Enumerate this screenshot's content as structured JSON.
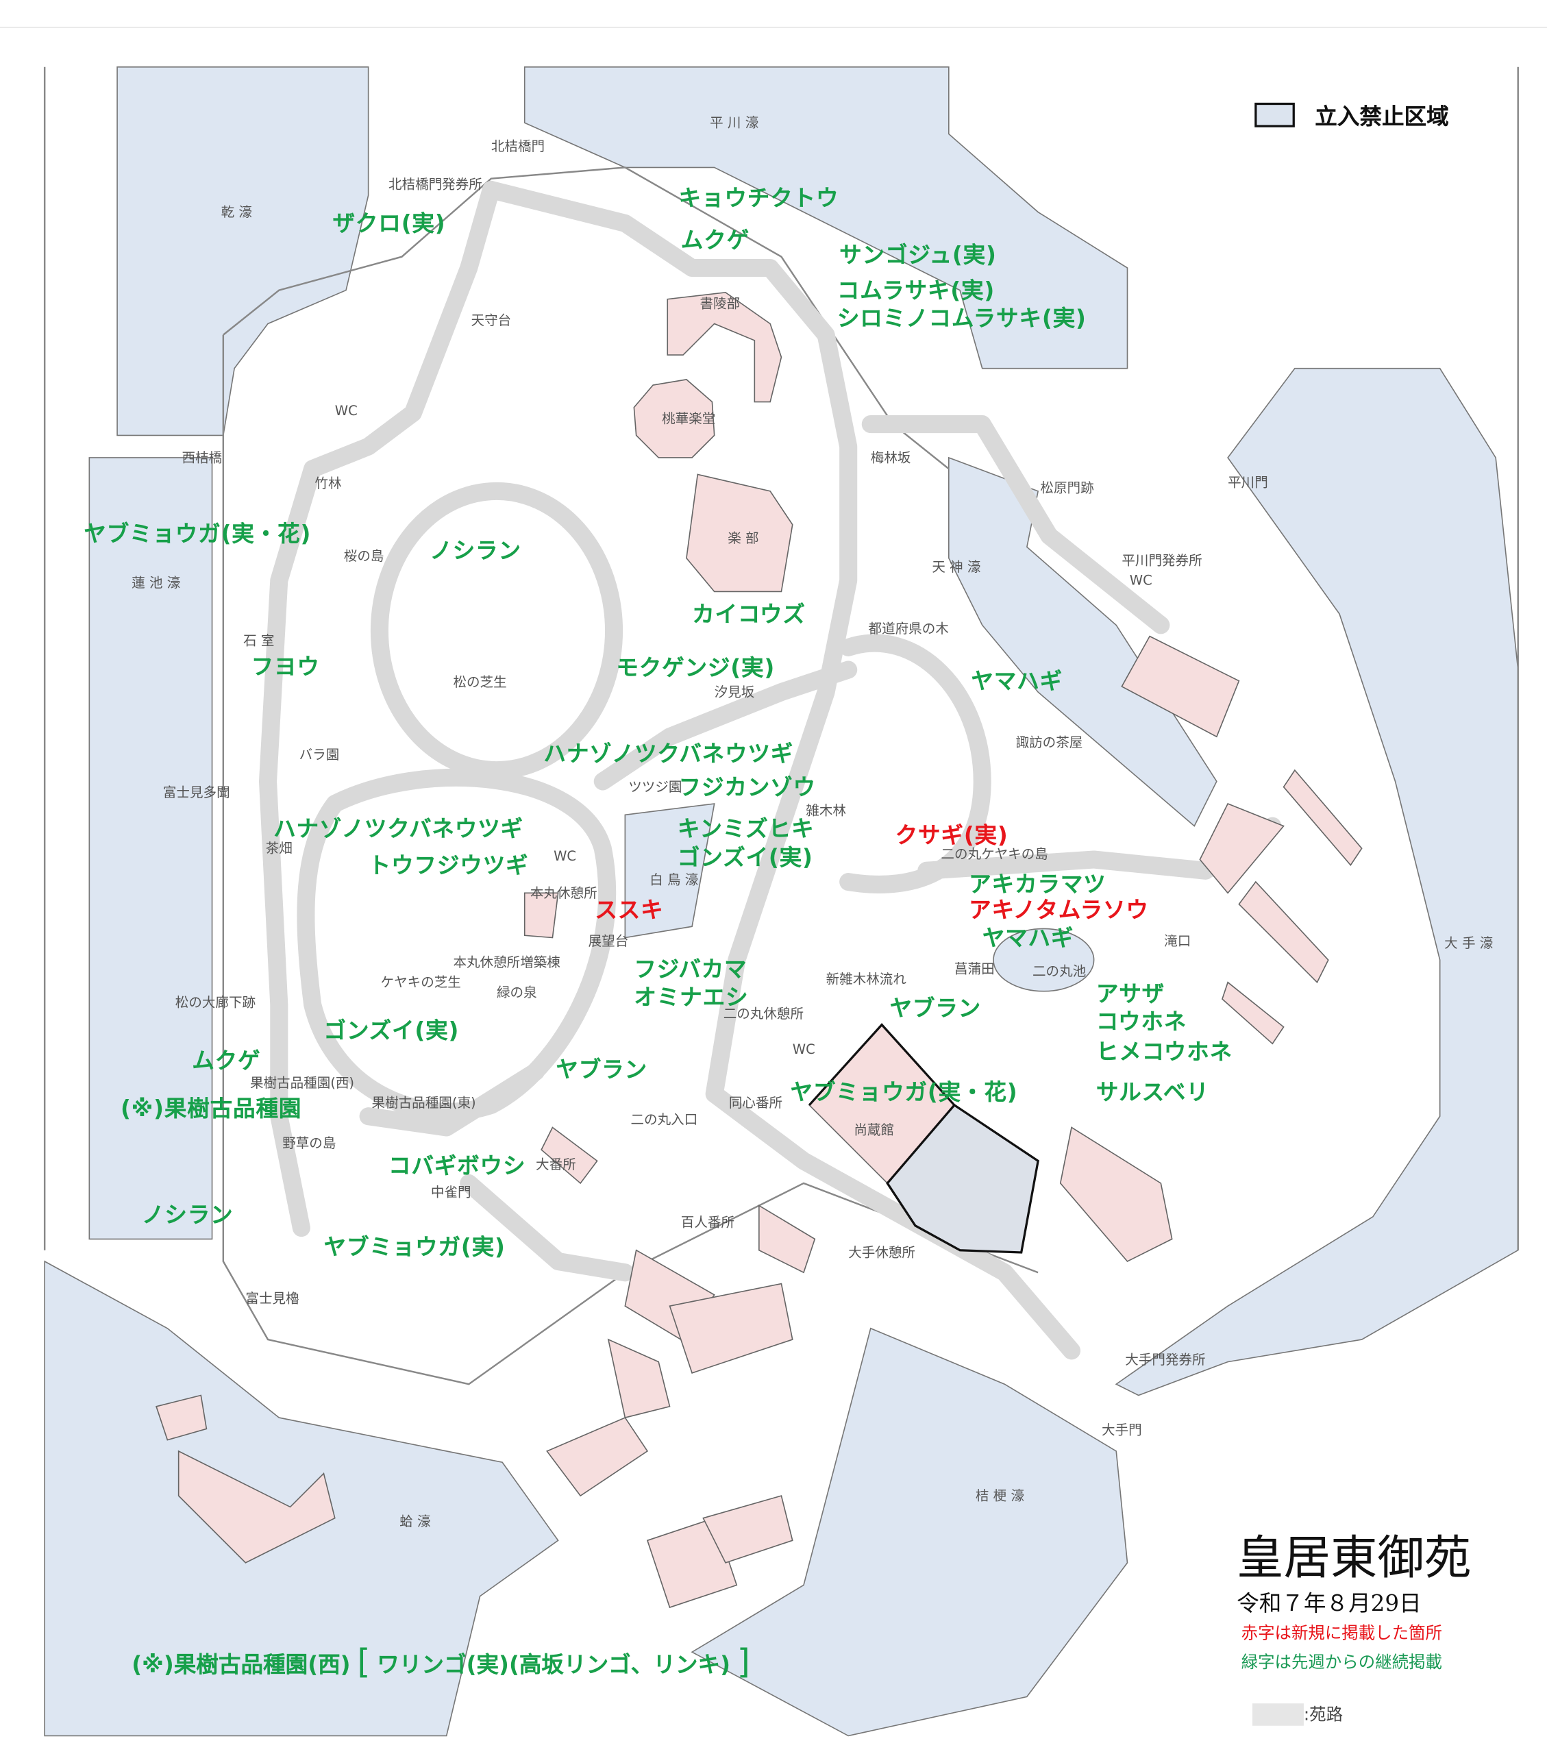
{
  "legend": {
    "restricted_label": "立入禁止区域",
    "path_label": ":苑路"
  },
  "title": "皇居東御苑",
  "date": "令和７年８月29日",
  "notes": {
    "red": "赤字は新規に掲載した箇所",
    "green": "緑字は先週からの継続掲載"
  },
  "colors": {
    "new_label": "#e8151b",
    "continued_label": "#17a04a",
    "moat": "#dde6f2",
    "path": "#d9d9d9",
    "building": "#f6dede",
    "restricted": "#dce1e9"
  },
  "bottom_note": {
    "label": "(※)果樹古品種園(西)",
    "content": "ワリンゴ(実)(高坂リンゴ、リンキ)"
  },
  "plants": [
    {
      "text": "ザクロ(実)",
      "status": "continued"
    },
    {
      "text": "キョウチクトウ",
      "status": "continued"
    },
    {
      "text": "ムクゲ",
      "status": "continued"
    },
    {
      "text": "サンゴジュ(実)",
      "status": "continued"
    },
    {
      "text": "コムラサキ(実)",
      "status": "continued"
    },
    {
      "text": "シロミノコムラサキ(実)",
      "status": "continued"
    },
    {
      "text": "ヤブミョウガ(実・花)",
      "status": "continued"
    },
    {
      "text": "ノシラン",
      "status": "continued"
    },
    {
      "text": "カイコウズ",
      "status": "continued"
    },
    {
      "text": "フヨウ",
      "status": "continued"
    },
    {
      "text": "モクゲンジ(実)",
      "status": "continued"
    },
    {
      "text": "ヤマハギ",
      "status": "continued"
    },
    {
      "text": "ハナゾノツクバネウツギ",
      "status": "continued"
    },
    {
      "text": "フジカンゾウ",
      "status": "continued"
    },
    {
      "text": "ハナゾノツクバネウツギ",
      "status": "continued"
    },
    {
      "text": "キンミズヒキ",
      "status": "continued"
    },
    {
      "text": "ゴンズイ(実)",
      "status": "continued"
    },
    {
      "text": "トウフジウツギ",
      "status": "continued"
    },
    {
      "text": "アキカラマツ",
      "status": "continued"
    },
    {
      "text": "ヤマハギ",
      "status": "continued"
    },
    {
      "text": "フジバカマ",
      "status": "continued"
    },
    {
      "text": "オミナエシ",
      "status": "continued"
    },
    {
      "text": "ヤブラン",
      "status": "continued"
    },
    {
      "text": "アサザ",
      "status": "continued"
    },
    {
      "text": "コウホネ",
      "status": "continued"
    },
    {
      "text": "ヒメコウホネ",
      "status": "continued"
    },
    {
      "text": "ゴンズイ(実)",
      "status": "continued"
    },
    {
      "text": "ムクゲ",
      "status": "continued"
    },
    {
      "text": "ヤブラン",
      "status": "continued"
    },
    {
      "text": "ヤブミョウガ(実・花)",
      "status": "continued"
    },
    {
      "text": "サルスベリ",
      "status": "continued"
    },
    {
      "text": "(※)果樹古品種園",
      "status": "continued"
    },
    {
      "text": "コバギボウシ",
      "status": "continued"
    },
    {
      "text": "ノシラン",
      "status": "continued"
    },
    {
      "text": "ヤブミョウガ(実)",
      "status": "continued"
    },
    {
      "text": "クサギ(実)",
      "status": "new"
    },
    {
      "text": "アキノタムラソウ",
      "status": "new"
    },
    {
      "text": "ススキ",
      "status": "new"
    }
  ],
  "places": [
    "平 川 濠",
    "北桔橋門",
    "北桔橋門発券所",
    "乾 濠",
    "天守台",
    "書陵部",
    "WC",
    "桃華楽堂",
    "西桔橋",
    "梅林坂",
    "竹林",
    "平川門",
    "松原門跡",
    "楽 部",
    "桜の島",
    "天 神 濠",
    "平川門発券所",
    "WC",
    "蓮 池 濠",
    "石 室",
    "都道府県の木",
    "松の芝生",
    "汐見坂",
    "諏訪の茶屋",
    "バラ園",
    "ツツジ園",
    "雑木林",
    "富士見多聞",
    "二の丸ケヤキの島",
    "茶畑",
    "WC",
    "白 鳥 濠",
    "本丸休憩所",
    "展望台",
    "滝口",
    "大 手 濠",
    "菖蒲田",
    "二の丸池",
    "本丸休憩所増築棟",
    "ケヤキの芝生",
    "新雑木林流れ",
    "緑の泉",
    "松の大廊下跡",
    "二の丸休憩所",
    "WC",
    "果樹古品種園(西)",
    "果樹古品種園(東)",
    "同心番所",
    "二の丸入口",
    "尚蔵館",
    "野草の島",
    "大番所",
    "中雀門",
    "百人番所",
    "大手休憩所",
    "富士見櫓",
    "大手門発券所",
    "大手門",
    "桔 梗 濠",
    "蛤 濠"
  ]
}
